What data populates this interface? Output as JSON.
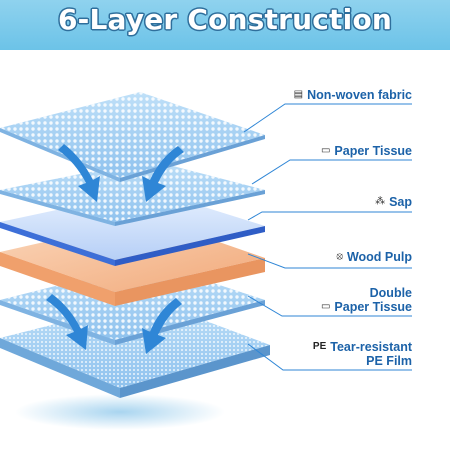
{
  "title": "6-Layer Construction",
  "layers": [
    {
      "label": "Non-woven fabric",
      "icon": "fabric-icon"
    },
    {
      "label": "Paper Tissue",
      "icon": "tissue-box-icon"
    },
    {
      "label": "Sap",
      "icon": "sap-granules-icon"
    },
    {
      "label": "Wood Pulp",
      "icon": "wood-pulp-icon"
    },
    {
      "label_line1": "Double",
      "label_line2": "Paper Tissue",
      "icon": "tissue-box-icon"
    },
    {
      "tag": "PE",
      "label_line1": "Tear-resistant",
      "label_line2": "PE Film"
    }
  ],
  "colors": {
    "banner": "#7ccbeb",
    "title_outline": "#2f6f9c",
    "label_text": "#1c62a8",
    "arrow": "#2f86d6",
    "layer_blue": "#a9d3f5",
    "pulp_orange": "#f4b88e"
  }
}
